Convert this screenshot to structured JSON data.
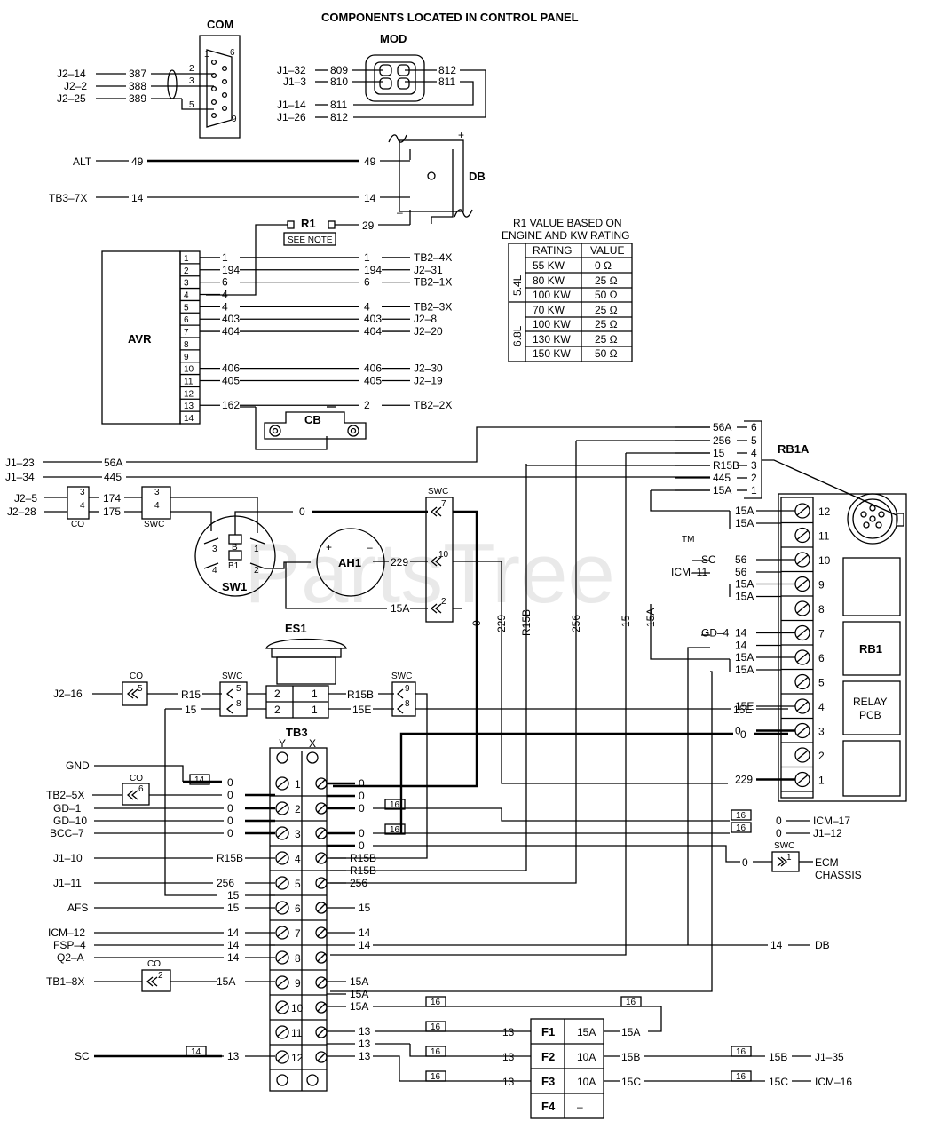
{
  "title": "COMPONENTS LOCATED IN CONTROL PANEL",
  "watermark": {
    "text": "PartsTree",
    "tm": "TM"
  },
  "components": {
    "com": "COM",
    "mod": "MOD",
    "db": "DB",
    "r1": "R1",
    "see_note": "SEE NOTE",
    "avr": "AVR",
    "cb": "CB",
    "rb1a": "RB1A",
    "rb1": "RB1",
    "relay_pcb_1": "RELAY",
    "relay_pcb_2": "PCB",
    "sw1": "SW1",
    "ah1": "AH1",
    "es1": "ES1",
    "tb3": "TB3",
    "co": "CO",
    "swc": "SWC",
    "ecm_1": "ECM",
    "ecm_2": "CHASSIS"
  },
  "com_connections": [
    {
      "ref": "J2–14",
      "wire": "387",
      "pin": "2"
    },
    {
      "ref": "J2–2",
      "wire": "388",
      "pin": "3"
    },
    {
      "ref": "J2–25",
      "wire": "389",
      "pin": "5"
    }
  ],
  "com_pins": {
    "p1": "1",
    "p6": "6",
    "p9": "9"
  },
  "mod_connections": {
    "l1": {
      "ref": "J1–32",
      "wire": "809"
    },
    "l2": {
      "ref": "J1–3",
      "wire": "810"
    },
    "r1": "812",
    "r2": "811",
    "l3": {
      "ref": "J1–14",
      "wire": "811"
    },
    "l4": {
      "ref": "J1–26",
      "wire": "812"
    }
  },
  "db_wires": {
    "alt": {
      "ref": "ALT",
      "wire": "49",
      "wire_r": "49"
    },
    "tb37x": {
      "ref": "TB3–7X",
      "wire": "14",
      "wire_r": "14"
    },
    "r1wire": "29",
    "plus": "+",
    "minus": "–"
  },
  "r1_table": {
    "header_1": "R1 VALUE BASED ON",
    "header_2": "ENGINE AND KW RATING",
    "col_rating": "RATING",
    "col_value": "VALUE",
    "group_a": "5.4L",
    "group_b": "6.8L",
    "rows": [
      {
        "rating": "55 KW",
        "value": "0 Ω"
      },
      {
        "rating": "80 KW",
        "value": "25 Ω"
      },
      {
        "rating": "100 KW",
        "value": "50 Ω"
      },
      {
        "rating": "70 KW",
        "value": "25 Ω"
      },
      {
        "rating": "100 KW",
        "value": "25 Ω"
      },
      {
        "rating": "130 KW",
        "value": "25 Ω"
      },
      {
        "rating": "150 KW",
        "value": "50 Ω"
      }
    ]
  },
  "avr_pins": [
    {
      "pin": "1",
      "wire": "1",
      "wire_r": "1",
      "dest": "TB2–4X"
    },
    {
      "pin": "2",
      "wire": "194",
      "wire_r": "194",
      "dest": "J2–31"
    },
    {
      "pin": "3",
      "wire": "6",
      "wire_r": "6",
      "dest": "TB2–1X"
    },
    {
      "pin": "4",
      "wire": "4",
      "wire_r": "",
      "dest": ""
    },
    {
      "pin": "5",
      "wire": "4",
      "wire_r": "4",
      "dest": "TB2–3X"
    },
    {
      "pin": "6",
      "wire": "403",
      "wire_r": "403",
      "dest": "J2–8"
    },
    {
      "pin": "7",
      "wire": "404",
      "wire_r": "404",
      "dest": "J2–20"
    },
    {
      "pin": "8",
      "wire": "",
      "wire_r": "",
      "dest": ""
    },
    {
      "pin": "9",
      "wire": "",
      "wire_r": "",
      "dest": ""
    },
    {
      "pin": "10",
      "wire": "406",
      "wire_r": "406",
      "dest": "J2–30"
    },
    {
      "pin": "11",
      "wire": "405",
      "wire_r": "405",
      "dest": "J2–19"
    },
    {
      "pin": "12",
      "wire": "",
      "wire_r": "",
      "dest": ""
    },
    {
      "pin": "13",
      "wire": "162",
      "wire_r": "2",
      "dest": "TB2–2X"
    },
    {
      "pin": "14",
      "wire": "",
      "wire_r": "",
      "dest": ""
    }
  ],
  "rb1a_plug": [
    {
      "wire": "56A",
      "pin": "6"
    },
    {
      "wire": "256",
      "pin": "5"
    },
    {
      "wire": "15",
      "pin": "4"
    },
    {
      "wire": "R15B",
      "pin": "3"
    },
    {
      "wire": "445",
      "pin": "2"
    },
    {
      "wire": "15A",
      "pin": "1"
    }
  ],
  "left_refs": {
    "j123": {
      "ref": "J1–23",
      "wire": "56A"
    },
    "j134": {
      "ref": "J1–34",
      "wire": "445"
    },
    "j25": {
      "ref": "J2–5",
      "pin_a": "3",
      "pin_b": "4",
      "wire": "174"
    },
    "j228": {
      "ref": "J2–28",
      "wire": "175"
    },
    "sw_pins": {
      "p3": "3",
      "p4": "4"
    }
  },
  "sw1_labels": {
    "b": "B",
    "b1": "B1",
    "p1": "1",
    "p2": "2",
    "p3": "3",
    "p4": "4"
  },
  "swc_top": {
    "p7": "7",
    "p10": "10",
    "p2": "2",
    "w0": "0",
    "w229": "229",
    "w15a": "15A"
  },
  "verticals": {
    "v0": "0",
    "v229": "229",
    "vr15b": "R15B",
    "v256": "256",
    "v15": "15",
    "v15a": "15A"
  },
  "rb1a_terminals": [
    {
      "n": "12",
      "left": "15A",
      "left2": "15A",
      "ref": ""
    },
    {
      "n": "11",
      "left": "",
      "left2": "",
      "ref": ""
    },
    {
      "n": "10",
      "left": "56",
      "left2": "56",
      "ref": "SC",
      "ref2": "ICM–11"
    },
    {
      "n": "9",
      "left": "15A",
      "left2": "15A",
      "ref": ""
    },
    {
      "n": "8",
      "left": "",
      "left2": "",
      "ref": ""
    },
    {
      "n": "7",
      "left": "14",
      "left2": "14",
      "ref": "GD–4"
    },
    {
      "n": "6",
      "left": "15A",
      "left2": "15A",
      "ref": ""
    },
    {
      "n": "5",
      "left": "",
      "left2": "",
      "ref": ""
    },
    {
      "n": "4",
      "left": "15E",
      "left2": "",
      "ref": ""
    },
    {
      "n": "3",
      "left": "0",
      "left2": "",
      "ref": ""
    },
    {
      "n": "2",
      "left": "",
      "left2": "",
      "ref": ""
    },
    {
      "n": "1",
      "left": "229",
      "left2": "",
      "ref": ""
    }
  ],
  "es1_section": {
    "j216": "J2–16",
    "co_pin": "5",
    "r15": "R15",
    "w15": "15",
    "swc_p5": "5",
    "swc_p8": "8",
    "p2": "2",
    "p1": "1",
    "p2b": "2",
    "p1b": "1",
    "r15b": "R15B",
    "w15e": "15E",
    "swc9": "9",
    "swc8": "8",
    "rw15e": "15E",
    "rw0": "0"
  },
  "tb3_left": [
    {
      "ref": "GND",
      "wire": ""
    },
    {
      "ref": "TB2–5X",
      "wire": "0",
      "co": "6"
    },
    {
      "ref": "GD–1",
      "wire": "0"
    },
    {
      "ref": "GD–10",
      "wire": "0"
    },
    {
      "ref": "BCC–7",
      "wire": "0"
    },
    {
      "ref": "J1–10",
      "wire": "R15B"
    },
    {
      "ref": "J1–11",
      "wire": "256"
    },
    {
      "ref": "",
      "wire": "15"
    },
    {
      "ref": "AFS",
      "wire": "15"
    },
    {
      "ref": "ICM–12",
      "wire": "14"
    },
    {
      "ref": "FSP–4",
      "wire": "14"
    },
    {
      "ref": "Q2–A",
      "wire": "14"
    },
    {
      "ref": "TB1–8X",
      "wire": "15A",
      "co": "2"
    },
    {
      "ref": "SC",
      "wire": "13"
    }
  ],
  "tb3_header": {
    "y": "Y",
    "x": "X"
  },
  "tb3_rows": [
    "1",
    "2",
    "3",
    "4",
    "5",
    "6",
    "7",
    "8",
    "9",
    "10",
    "11",
    "12"
  ],
  "tb3_right": [
    {
      "wire": "0"
    },
    {
      "wire": "0"
    },
    {
      "wire": "0"
    },
    {
      "wire": "0"
    },
    {
      "wire": "0"
    },
    {
      "wire": "0"
    },
    {
      "wire": "R15B"
    },
    {
      "wire": "R15B"
    },
    {
      "wire": "256"
    },
    {
      "wire": "15"
    },
    {
      "wire": "14"
    },
    {
      "wire": "14"
    },
    {
      "wire": "15A"
    },
    {
      "wire": "15A"
    },
    {
      "wire": "15A"
    },
    {
      "wire": "13"
    },
    {
      "wire": "13"
    },
    {
      "wire": "13"
    }
  ],
  "gauge": "16",
  "gauge14": "14",
  "right_refs": {
    "icm17": {
      "wire": "0",
      "ref": "ICM–17"
    },
    "j112": {
      "wire": "0",
      "ref": "J1–12"
    },
    "ecm": {
      "wire": "0",
      "pin": "1"
    },
    "db14": {
      "wire": "14",
      "ref": "DB"
    }
  },
  "fuses": [
    {
      "id": "F1",
      "rating": "15A",
      "in": "13",
      "out": "15A",
      "dest_wire": "",
      "dest": ""
    },
    {
      "id": "F2",
      "rating": "10A",
      "in": "13",
      "out": "15B",
      "dest_wire": "15B",
      "dest": "J1–35"
    },
    {
      "id": "F3",
      "rating": "10A",
      "in": "13",
      "out": "15C",
      "dest_wire": "15C",
      "dest": "ICM–16"
    },
    {
      "id": "F4",
      "rating": "–",
      "in": "",
      "out": "",
      "dest_wire": "",
      "dest": ""
    }
  ]
}
